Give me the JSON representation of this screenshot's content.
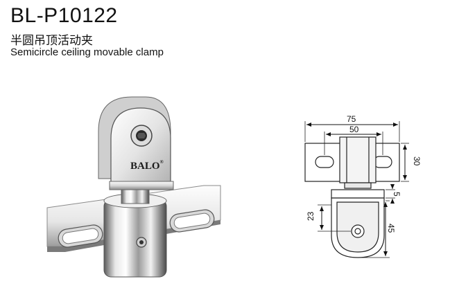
{
  "product": {
    "model": "BL-P10122",
    "name_cn": "半圆吊顶活动夹",
    "name_en": "Semicircle ceiling movable clamp",
    "brand_mark": "BALO",
    "registered_mark": "®"
  },
  "drawing": {
    "dimensions": {
      "overall_width": "75",
      "slot_spacing": "50",
      "plate_height": "30",
      "gap": "5",
      "body_height": "23",
      "clamp_height": "45"
    }
  },
  "colors": {
    "chrome_light": "#f4f4f4",
    "chrome_dark": "#6e6e6e",
    "line": "#222222"
  }
}
